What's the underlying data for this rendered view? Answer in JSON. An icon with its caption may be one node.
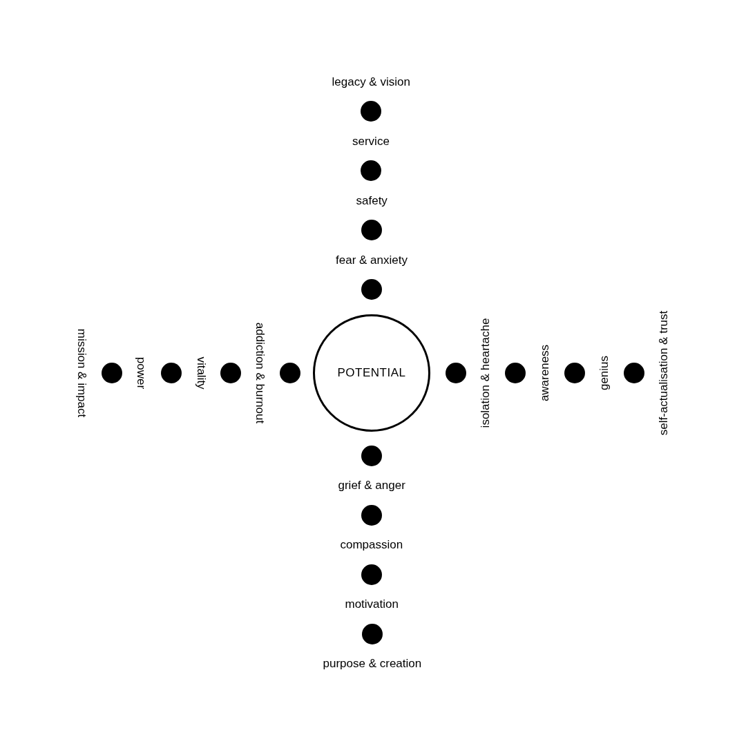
{
  "diagram": {
    "nodes": [
      {
        "text": [],
        "shape": "circle",
        "beside": [
          "legacy & vision"
        ]
      },
      {
        "text": [],
        "shape": "circle",
        "beside": [
          "service"
        ]
      },
      {
        "text": [],
        "shape": "circle",
        "beside": [
          "safety"
        ]
      },
      {
        "text": [],
        "shape": "circle",
        "beside": [
          "fear & anxiety"
        ]
      },
      {
        "text": [],
        "shape": "circle",
        "beside": [
          "mission & impact"
        ]
      },
      {
        "text": [],
        "shape": "circle",
        "beside": [
          "power"
        ]
      },
      {
        "text": [],
        "shape": "circle",
        "beside": [
          "vitality"
        ]
      },
      {
        "text": [],
        "shape": "circle",
        "beside": [
          "addiction & burnout"
        ]
      },
      {
        "text": [
          "POTENTIAL"
        ]
      },
      {
        "text": [],
        "shape": "circle",
        "beside": [
          "isolation & heartache"
        ]
      },
      {
        "text": [],
        "shape": "circle",
        "beside": [
          "awareness"
        ]
      },
      {
        "text": [],
        "shape": "circle",
        "beside": [
          "genius"
        ]
      },
      {
        "text": [],
        "shape": "circle",
        "beside": [
          "self-actualisation & trust"
        ]
      },
      {
        "text": [],
        "shape": "circle",
        "beside": [
          "grief & anger"
        ]
      },
      {
        "text": [],
        "shape": "circle",
        "beside": [
          "compassion"
        ]
      },
      {
        "text": [],
        "shape": "circle",
        "beside": [
          "motivation"
        ]
      },
      {
        "text": [],
        "shape": "circle",
        "beside": [
          "purpose & creation"
        ]
      }
    ]
  }
}
